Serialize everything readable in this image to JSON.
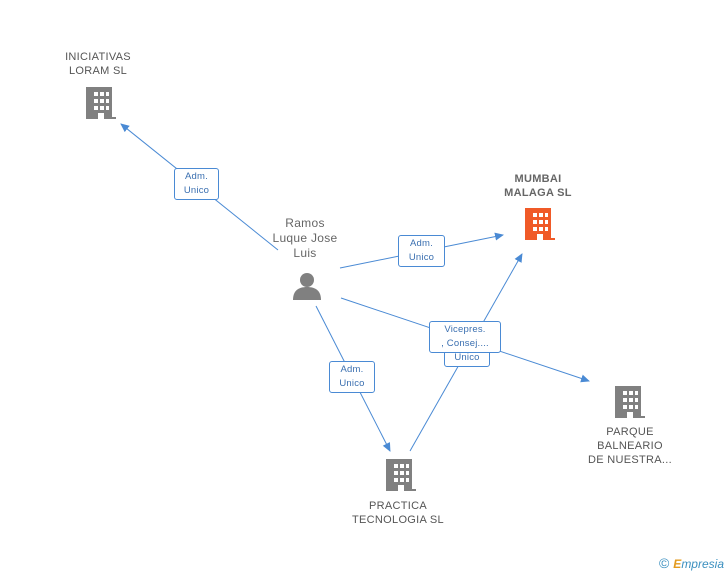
{
  "nodes": {
    "iniciativas": {
      "lines": [
        "INICIATIVAS",
        "LORAM  SL"
      ]
    },
    "mumbai": {
      "lines": [
        "MUMBAI",
        "MALAGA SL"
      ]
    },
    "person": {
      "lines": [
        "Ramos",
        "Luque Jose",
        "Luis"
      ]
    },
    "practica": {
      "lines": [
        "PRACTICA",
        "TECNOLOGIA SL"
      ]
    },
    "parque": {
      "lines": [
        "PARQUE",
        "BALNEARIO",
        "DE NUESTRA..."
      ]
    }
  },
  "edges": {
    "to_iniciativas": {
      "lines": [
        "Adm.",
        "Unico"
      ]
    },
    "to_mumbai": {
      "lines": [
        "Adm.",
        "Unico"
      ]
    },
    "to_practica": {
      "lines": [
        "Adm.",
        "Unico"
      ]
    },
    "to_parque": {
      "lines": [
        "Vicepres.",
        ", Consej...."
      ]
    },
    "practica_to_mumbai": {
      "lines": [
        "Unico"
      ]
    }
  },
  "colors": {
    "edge": "#4a8ad4",
    "building": "#808080",
    "building_highlight": "#f05a28",
    "person": "#808080"
  },
  "footer": {
    "copyright": "©",
    "brand_e": "E",
    "brand_rest": "mpresia"
  }
}
